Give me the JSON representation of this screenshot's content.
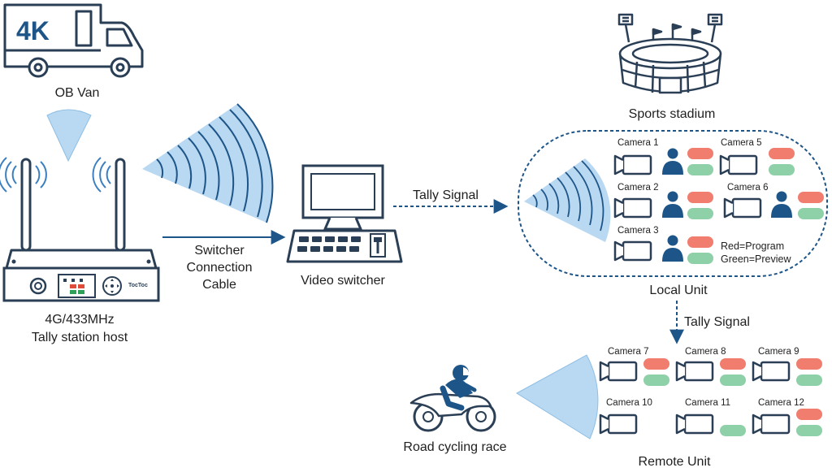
{
  "ob_van": {
    "badge": "4K",
    "label": "OB Van"
  },
  "station": {
    "label_line1": "4G/433MHz",
    "label_line2": "Tally station host",
    "brand": "TocToc"
  },
  "cable": {
    "line1": "Switcher",
    "line2": "Connection",
    "line3": "Cable"
  },
  "switcher": {
    "label": "Video switcher"
  },
  "signals": {
    "local": "Tally Signal",
    "remote": "Tally Signal"
  },
  "stadium": {
    "label": "Sports stadium"
  },
  "local_unit": {
    "label": "Local Unit",
    "cameras": [
      "Camera 1",
      "Camera 5",
      "Camera 2",
      "Camera 6",
      "Camera 3"
    ],
    "legend_red": "Red=Program",
    "legend_green": "Green=Preview"
  },
  "remote_unit": {
    "label": "Remote Unit",
    "cameras": [
      "Camera 7",
      "Camera 8",
      "Camera 9",
      "Camera 10",
      "Camera 11",
      "Camera 12"
    ]
  },
  "race": {
    "label": "Road cycling race"
  },
  "colors": {
    "outline": "#2a3f55",
    "accent": "#1e5588",
    "wave": "#b9d8f1",
    "red": "#f07d6e",
    "green": "#8ed0a8"
  }
}
